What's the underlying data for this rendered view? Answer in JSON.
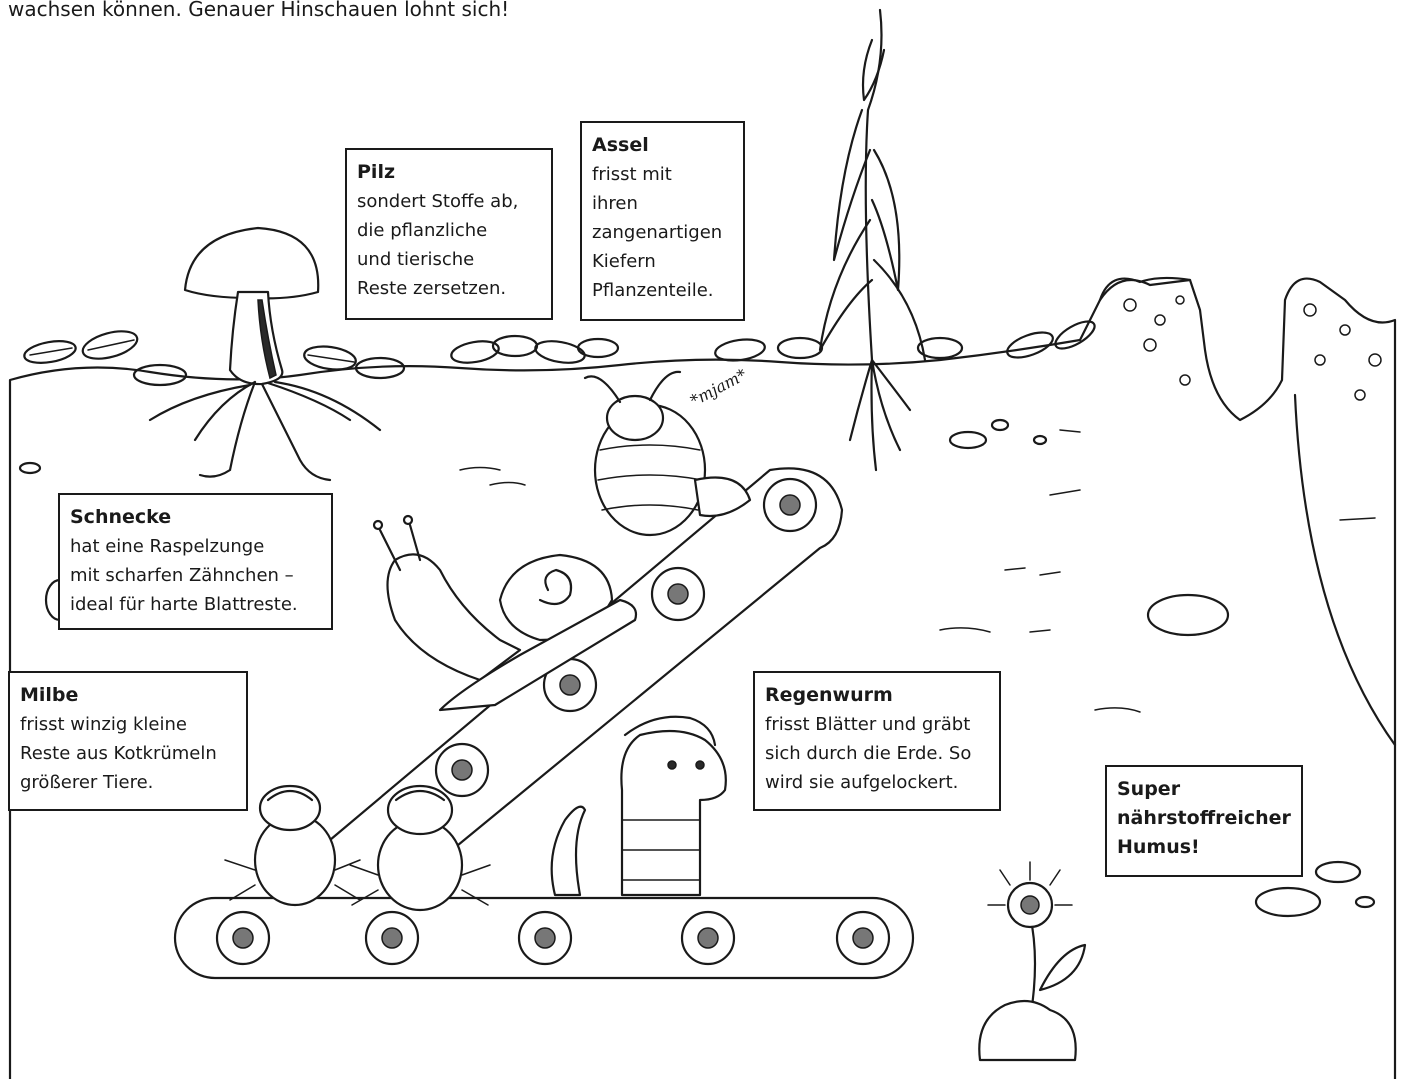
{
  "intro": {
    "text": "wachsen können. Genauer Hinschauen lohnt sich!"
  },
  "labels": {
    "pilz": {
      "title": "Pilz",
      "body": "sondert Stoffe ab,\ndie pflanzliche\nund tierische\nReste zersetzen."
    },
    "assel": {
      "title": "Assel",
      "body": "frisst mit\nihren\nzangenartigen\nKiefern\nPflanzenteile."
    },
    "schnecke": {
      "title": "Schnecke",
      "body": "hat eine Raspelzunge\nmit scharfen Zähnchen –\nideal für harte Blattreste."
    },
    "milbe": {
      "title": "Milbe",
      "body": "frisst winzig kleine\nReste aus Kotkrümeln\ngrößerer Tiere."
    },
    "regenwurm": {
      "title": "Regenwurm",
      "body": "frisst Blätter und gräbt\nsich durch die Erde. So\nwird sie aufgelockert."
    },
    "humus": {
      "text": "Super\nnährstoffreicher\nHumus!"
    }
  },
  "asselSpeech": {
    "text": "*mjam*"
  }
}
